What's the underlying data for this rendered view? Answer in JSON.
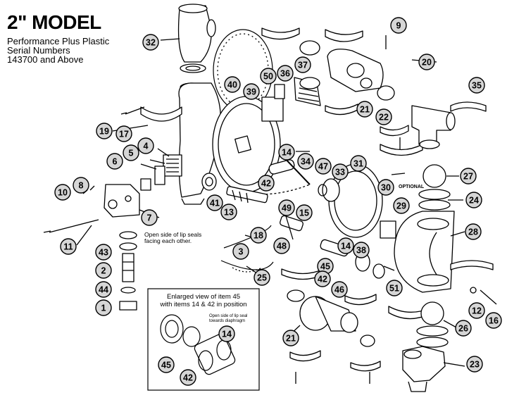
{
  "header": {
    "title": "2\" MODEL",
    "subtitle_lines": [
      "Performance Plus Plastic",
      "Serial Numbers",
      "143700 and Above"
    ]
  },
  "callouts": [
    {
      "label": "32"
    },
    {
      "label": "9"
    },
    {
      "label": "20"
    },
    {
      "label": "37"
    },
    {
      "label": "36"
    },
    {
      "label": "50"
    },
    {
      "label": "40"
    },
    {
      "label": "39"
    },
    {
      "label": "35"
    },
    {
      "label": "21"
    },
    {
      "label": "22"
    },
    {
      "label": "19"
    },
    {
      "label": "17"
    },
    {
      "label": "4"
    },
    {
      "label": "5"
    },
    {
      "label": "6"
    },
    {
      "label": "14"
    },
    {
      "label": "34"
    },
    {
      "label": "47"
    },
    {
      "label": "33"
    },
    {
      "label": "31"
    },
    {
      "label": "27"
    },
    {
      "label": "42"
    },
    {
      "label": "8"
    },
    {
      "label": "10"
    },
    {
      "label": "30"
    },
    {
      "label": "24"
    },
    {
      "label": "7"
    },
    {
      "label": "41"
    },
    {
      "label": "13"
    },
    {
      "label": "49"
    },
    {
      "label": "15"
    },
    {
      "label": "29"
    },
    {
      "label": "11"
    },
    {
      "label": "28"
    },
    {
      "label": "18"
    },
    {
      "label": "43"
    },
    {
      "label": "3"
    },
    {
      "label": "48"
    },
    {
      "label": "14"
    },
    {
      "label": "38"
    },
    {
      "label": "45"
    },
    {
      "label": "2"
    },
    {
      "label": "25"
    },
    {
      "label": "42"
    },
    {
      "label": "51"
    },
    {
      "label": "46"
    },
    {
      "label": "44"
    },
    {
      "label": "12"
    },
    {
      "label": "16"
    },
    {
      "label": "1"
    },
    {
      "label": "14"
    },
    {
      "label": "21"
    },
    {
      "label": "26"
    },
    {
      "label": "45"
    },
    {
      "label": "23"
    },
    {
      "label": "42"
    }
  ],
  "notes": {
    "lip_seals": [
      "Open side of lip seals",
      "facing each other."
    ],
    "optional": "OPTIONAL",
    "inset_caption": [
      "Enlarged view of item 45",
      "with items 14 & 42 in position"
    ],
    "inset_lip_note": [
      "Open side of lip seal",
      "towards diaphragm"
    ]
  },
  "colors": {
    "line": "#000000",
    "background": "#ffffff",
    "shade": "#d6d6d6"
  }
}
